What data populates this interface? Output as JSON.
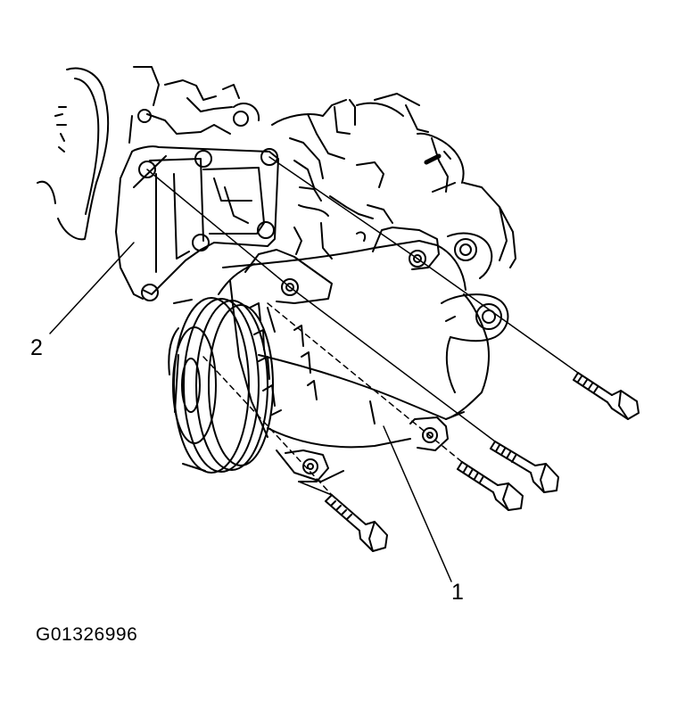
{
  "figure": {
    "callouts": [
      {
        "id": "1",
        "label": "1"
      },
      {
        "id": "2",
        "label": "2"
      }
    ],
    "figure_code": "G01326996"
  },
  "colors": {
    "ink": "#000000",
    "paper": "#ffffff"
  }
}
